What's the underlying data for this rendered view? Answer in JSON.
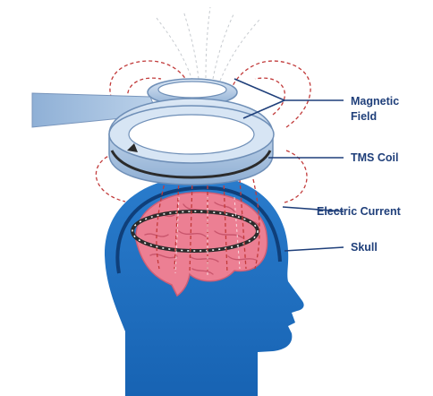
{
  "labels": {
    "magnetic_field_line1": "Magnetic",
    "magnetic_field_line2": "Field",
    "tms_coil": "TMS Coil",
    "electric_current": "Electric Current",
    "skull": "Skull"
  },
  "colors": {
    "head": "#1e6dbf",
    "skull_line": "#0f3f7a",
    "brain": "#ec7f93",
    "brain_fold": "#c9566d",
    "coil_light": "#c6d9ee",
    "coil_mid": "#9fbfe1",
    "coil_dark": "#6f8fb7",
    "field_line": "#c23b3b",
    "current_ring": "#2b2b2b",
    "label_text": "#1f3f7a"
  }
}
